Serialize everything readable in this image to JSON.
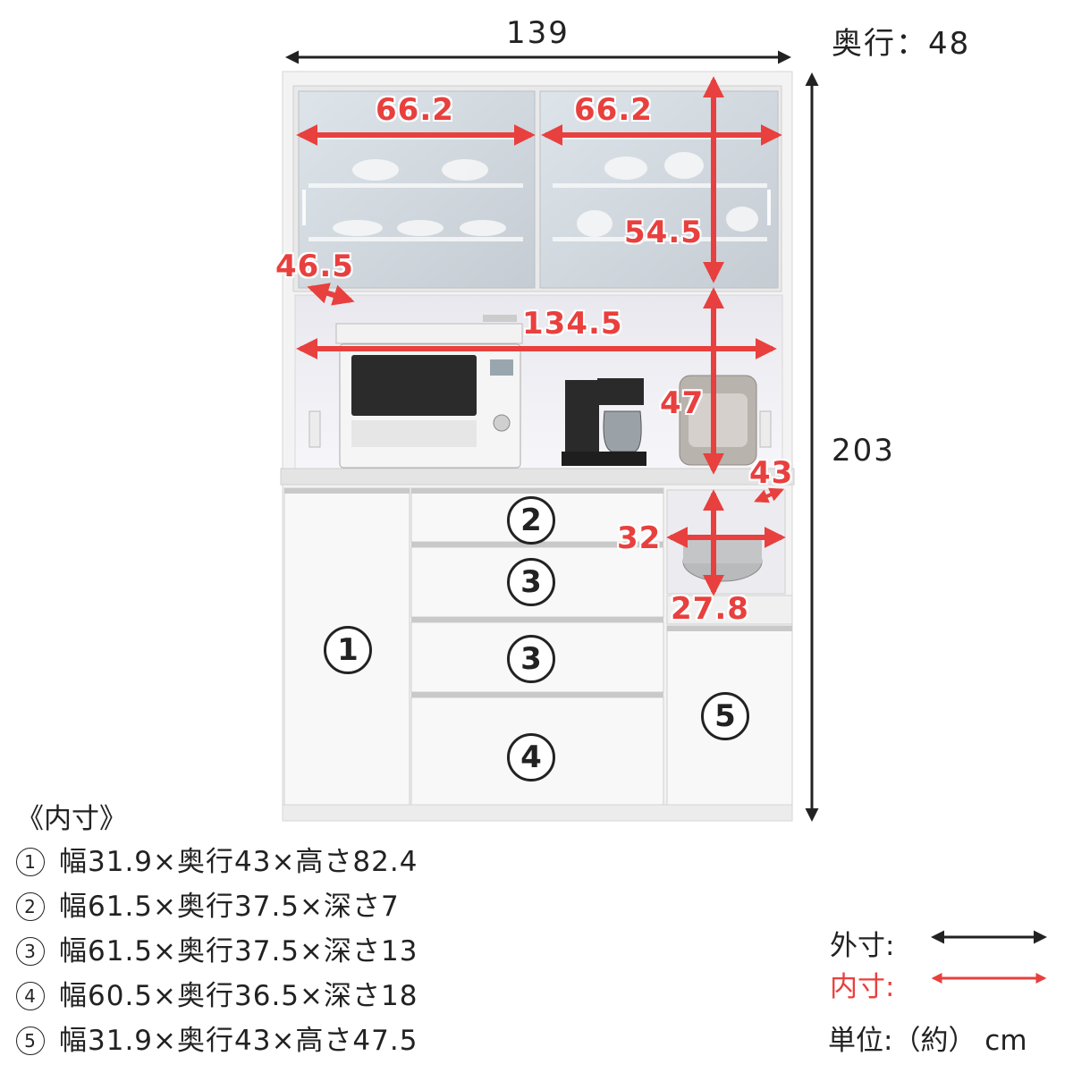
{
  "colors": {
    "outer": "#222222",
    "inner": "#e8403e",
    "cabinet": "#f4f4f4"
  },
  "outer_dims": {
    "width": "139",
    "height": "203",
    "depth_label": "奥行：48"
  },
  "inner_dims": {
    "glass_left": "66.2",
    "glass_right": "66.2",
    "glass_height": "54.5",
    "upper_depth": "46.5",
    "counter_width": "134.5",
    "open_height": "47",
    "small_depth": "43",
    "small_width": "32",
    "small_height": "27.8"
  },
  "compartments": [
    "1",
    "2",
    "3",
    "3",
    "4",
    "5"
  ],
  "spec_title": "《内寸》",
  "specs": [
    {
      "num": "1",
      "text": "幅31.9×奥行43×高さ82.4"
    },
    {
      "num": "2",
      "text": "幅61.5×奥行37.5×深さ7"
    },
    {
      "num": "3",
      "text": "幅61.5×奥行37.5×深さ13"
    },
    {
      "num": "4",
      "text": "幅60.5×奥行36.5×深さ18"
    },
    {
      "num": "5",
      "text": "幅31.9×奥行43×高さ47.5"
    }
  ],
  "legend": {
    "outer_label": "外寸:",
    "inner_label": "内寸:",
    "unit": "単位:（約） cm"
  }
}
